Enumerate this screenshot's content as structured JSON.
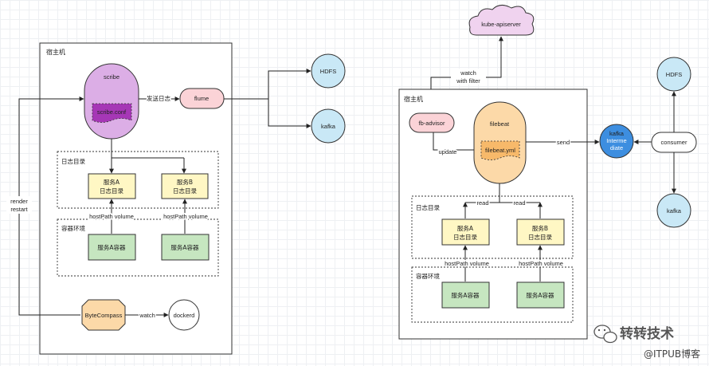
{
  "left": {
    "host_title": "宿主机",
    "scribe": "scribe",
    "scribe_conf": "scribe.conf",
    "send_log": "发送日志",
    "flume": "flume",
    "hdfs": "HDFS",
    "kafka": "kafka",
    "log_dir_title": "日志目录",
    "svc_a_line1": "服务A",
    "svc_a_line2": "日志目录",
    "svc_b_line1": "服务B",
    "svc_b_line2": "日志目录",
    "hostpath_a": "hostPath volume",
    "hostpath_b": "hostPath volume",
    "container_env_title": "容器环境",
    "container_a1": "服务A容器",
    "container_a2": "服务A容器",
    "render_line1": "render",
    "render_line2": "restart",
    "bytecompass": "ByteCompass",
    "watch": "watch",
    "dockerd": "dockerd"
  },
  "right": {
    "kube_apiserver": "kube-apiserver",
    "watch_line1": "watch",
    "watch_line2": "with filter",
    "host_title": "宿主机",
    "fb_advisor": "fb-advisor",
    "filebeat": "filebeat",
    "filebeat_yml": "filebeat.yml",
    "update": "update",
    "send": "send",
    "kafka_line1": "kafka",
    "kafka_line2": "Interme",
    "kafka_line3": "diate",
    "consumer": "consumer",
    "hdfs": "HDFS",
    "kafka": "kafka",
    "log_dir_title": "日志目录",
    "read_a": "read",
    "read_b": "read",
    "svc_a_line1": "服务A",
    "svc_a_line2": "日志目录",
    "svc_b_line1": "服务B",
    "svc_b_line2": "日志目录",
    "hostpath_a": "hostPath volume",
    "hostpath_b": "hostPath volume",
    "container_env_title": "容器环境",
    "container_a1": "服务A容器",
    "container_a2": "服务A容器"
  },
  "watermark": {
    "brand": "转转技术",
    "source": "@ITPUB博客"
  },
  "colors": {
    "scribe_fill": "#dcaee6",
    "scribe_conf_fill": "#a637b6",
    "flume_fill": "#fbd3d7",
    "kafka_node_fill": "#c9e8f6",
    "service_fill": "#fff7c4",
    "container_fill": "#c6e6c0",
    "bytecompass_fill": "#fcd9a8",
    "filebeat_fill": "#fcd9a8",
    "filebeat_yml_fill": "#f7b96a",
    "kafka_intermediate_fill": "#3d8ee0",
    "cloud_fill": "#f0d3ef"
  }
}
